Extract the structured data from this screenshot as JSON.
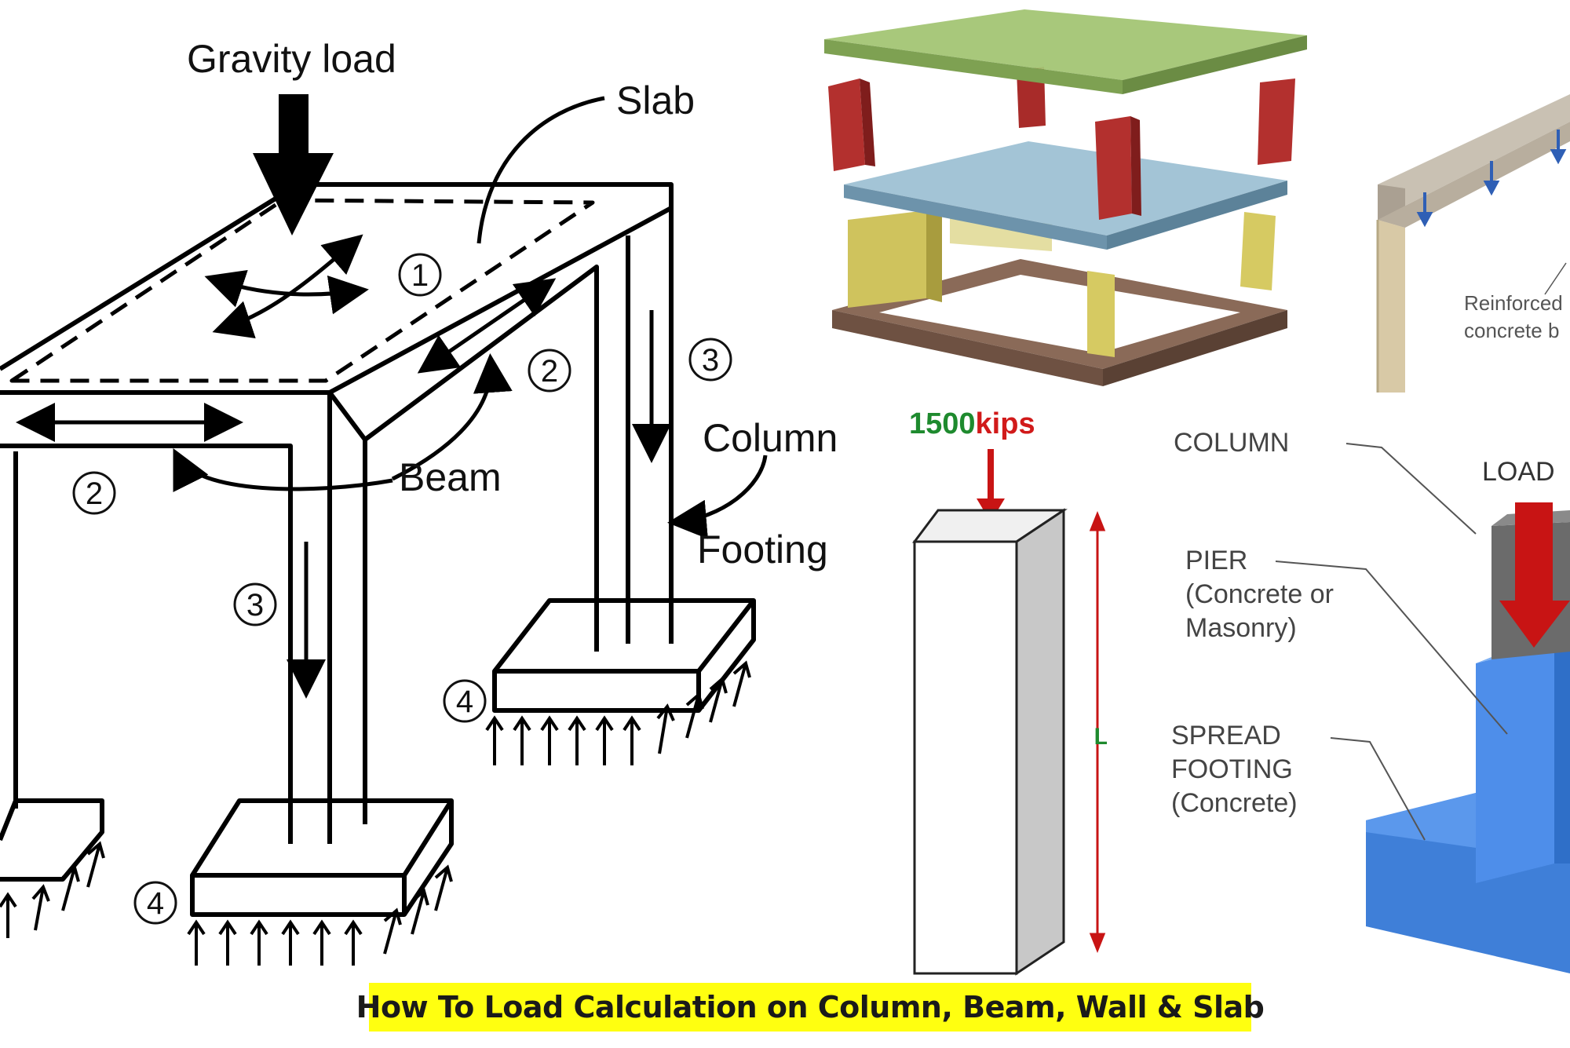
{
  "frame_diagram": {
    "gravity_label": "Gravity load",
    "slab_label": "Slab",
    "beam_label": "Beam",
    "column_label": "Column",
    "footing_label": "Footing",
    "step_1": "1",
    "step_2": "2",
    "step_3": "3",
    "step_4": "4"
  },
  "column_load": {
    "value": "1500",
    "unit": "kips",
    "length_label": "L",
    "value_color": "#1e8a2e",
    "unit_color": "#d11a1a"
  },
  "beam_detail": {
    "label_line1": "Reinforced",
    "label_line2": "concrete b"
  },
  "footing_detail": {
    "load_label": "LOAD",
    "column_label": "COLUMN",
    "pier_line1": "PIER",
    "pier_line2": "(Concrete or",
    "pier_line3": "Masonry)",
    "footing_line1": "SPREAD",
    "footing_line2": "FOOTING",
    "footing_line3": "(Concrete)"
  },
  "caption": "How To Load Calculation on Column, Beam, Wall & Slab",
  "colors": {
    "caption_background": "#ffff10",
    "slab_top": "#9dc46c",
    "slab_middle": "#8fb3c9",
    "columns": "#b02a2a",
    "walls": "#d6d067",
    "base_frame": "#7a5a4a",
    "footing": "#3f86e8",
    "load_arrow": "#c81414"
  }
}
